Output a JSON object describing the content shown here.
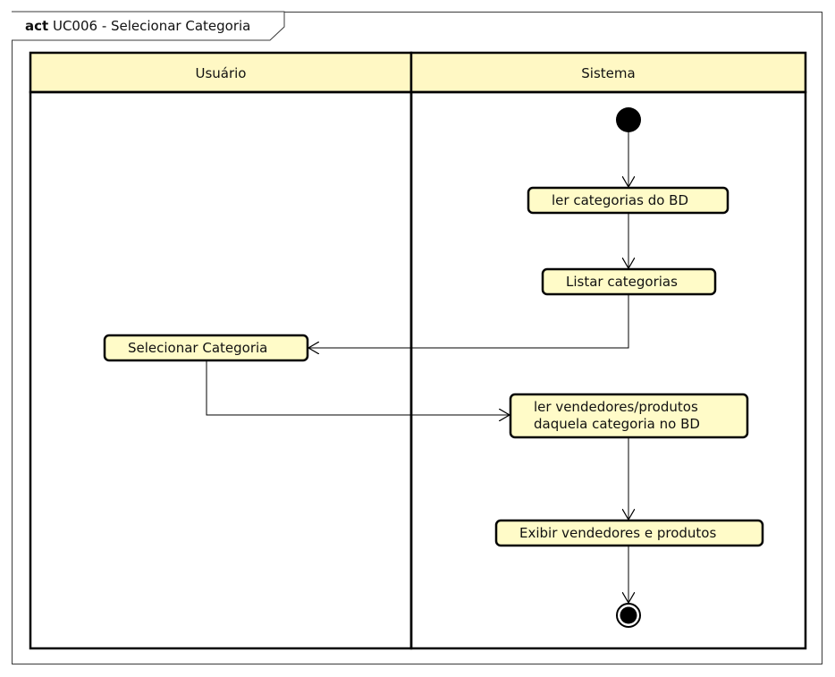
{
  "frame": {
    "keyword": "act",
    "title": "UC006 - Selecionar Categoria"
  },
  "lanes": [
    {
      "label": "Usuário"
    },
    {
      "label": "Sistema"
    }
  ],
  "actions": {
    "ler_categorias": "ler categorias do BD",
    "listar_categorias": "Listar categorias",
    "selecionar_categoria": "Selecionar Categoria",
    "ler_vendedores_l1": "ler  vendedores/produtos",
    "ler_vendedores_l2": "daquela categoria no BD",
    "exibir": "Exibir vendedores e produtos"
  },
  "colors": {
    "fill": "#fffbc8",
    "lane_header": "#fff8c4",
    "stroke": "#000000"
  }
}
